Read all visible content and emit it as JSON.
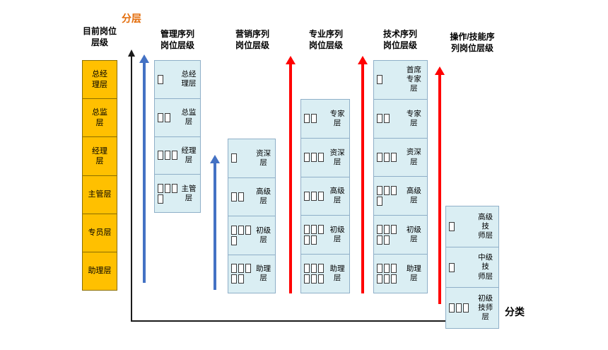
{
  "axes": {
    "vertical_label": "分层",
    "horizontal_label": "分类"
  },
  "current": {
    "title": "目前岗位\n层级",
    "levels": [
      "总经\n理层",
      "总监\n层",
      "经理\n层",
      "主管层",
      "专员层",
      "助理层"
    ]
  },
  "sequences": [
    {
      "title": "管理序列\n岗位层级",
      "arrow_color": "blue",
      "levels": [
        {
          "label": "总经\n理层",
          "boxes": 1
        },
        {
          "label": "总监\n层",
          "boxes": 2
        },
        {
          "label": "经理\n层",
          "boxes": 3
        },
        {
          "label": "主管层",
          "boxes": 4
        }
      ]
    },
    {
      "title": "营销序列\n岗位层级",
      "arrow_color": "blue",
      "levels": [
        {
          "label": "资深层",
          "boxes": 1
        },
        {
          "label": "高级层",
          "boxes": 2
        },
        {
          "label": "初级层",
          "boxes": 4
        },
        {
          "label": "助理层",
          "boxes": 5
        }
      ]
    },
    {
      "title": "专业序列\n岗位层级",
      "arrow_color": "red",
      "levels": [
        {
          "label": "专家层",
          "boxes": 2
        },
        {
          "label": "资深层",
          "boxes": 3
        },
        {
          "label": "高级层",
          "boxes": 3
        },
        {
          "label": "初级层",
          "boxes": 5
        },
        {
          "label": "助理层",
          "boxes": 6
        }
      ]
    },
    {
      "title": "技术序列\n岗位层级",
      "arrow_color": "red",
      "levels": [
        {
          "label": "首席\n专家层",
          "boxes": 1
        },
        {
          "label": "专家层",
          "boxes": 2
        },
        {
          "label": "资深层",
          "boxes": 3
        },
        {
          "label": "高级层",
          "boxes": 4
        },
        {
          "label": "初级层",
          "boxes": 5
        },
        {
          "label": "助理层",
          "boxes": 6
        }
      ]
    },
    {
      "title": "操作/技能序\n列岗位层级",
      "arrow_color": "red",
      "levels": [
        {
          "label": "高级技\n师层",
          "boxes": 1
        },
        {
          "label": "中级技\n师层",
          "boxes": 1
        },
        {
          "label": "初级\n技师层",
          "boxes": 3
        }
      ]
    }
  ],
  "colors": {
    "current_fill": "#FFC000",
    "sequence_fill": "#DAEEF3",
    "blue_arrow": "#4472C4",
    "red_arrow": "#FF0000",
    "layer_label": "#E36C09",
    "axis": "#1A1A1A"
  }
}
